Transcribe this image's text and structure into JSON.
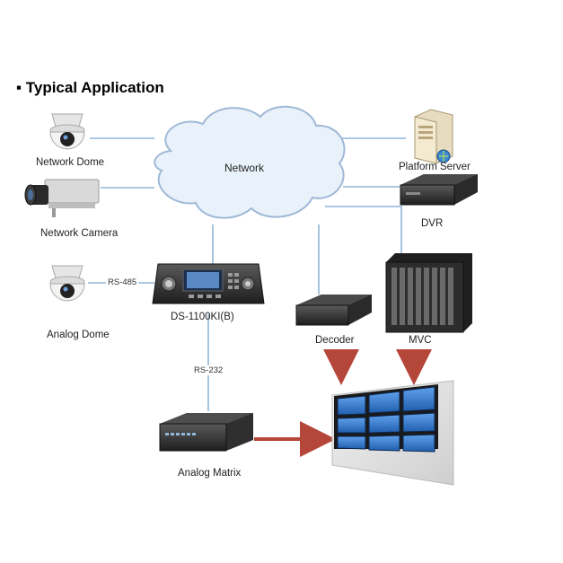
{
  "title": "▪ Typical Application",
  "nodes": {
    "network": "Network",
    "network_dome": "Network Dome",
    "network_camera": "Network Camera",
    "analog_dome": "Analog Dome",
    "keyboard": "DS-1100KI(B)",
    "analog_matrix": "Analog Matrix",
    "platform_server": "Platform Server",
    "dvr": "DVR",
    "decoder": "Decoder",
    "mvc": "MVC"
  },
  "links": {
    "rs485": "RS-485",
    "rs232": "RS-232"
  },
  "colors": {
    "line": "#8fb6d8",
    "arrow": "#b5463a",
    "cloud_fill": "#e9f1fa",
    "cloud_stroke": "#9fb9d6",
    "screen": "#3d7fd0"
  }
}
